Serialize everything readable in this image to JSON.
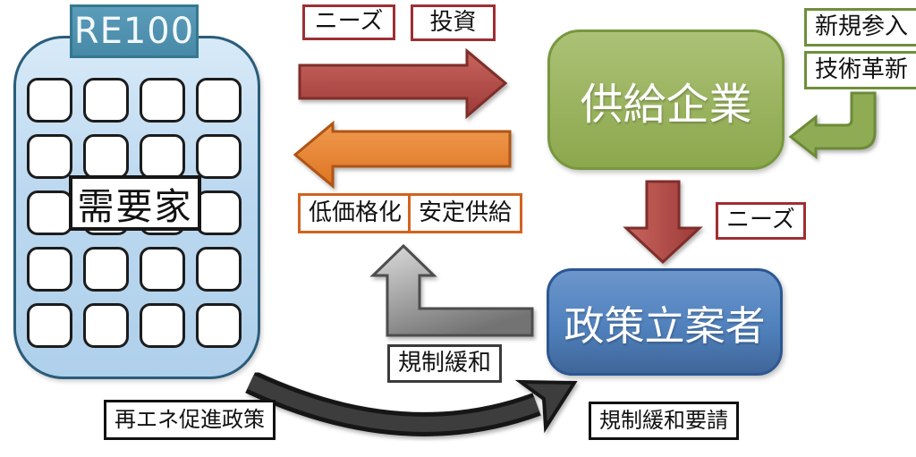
{
  "building": {
    "badge": "RE100",
    "label": "需要家"
  },
  "nodes": {
    "supplier": "供給企業",
    "policy_maker": "政策立案者"
  },
  "flows": {
    "needs_top": "ニーズ",
    "investment": "投資",
    "lower_price": "低価格化",
    "stable_supply": "安定供給",
    "new_entry": "新規参入",
    "tech_innovation": "技術革新",
    "needs_right": "ニーズ",
    "deregulation": "規制緩和",
    "renewable_promotion_policy": "再エネ促進政策",
    "deregulation_request": "規制緩和要請"
  },
  "colors": {
    "red_light": "#C9655F",
    "red_dark": "#9C3A37",
    "red_border": "#7E2D2B",
    "red_tag_border": "#9E2F33",
    "orange_light": "#F09A50",
    "orange_dark": "#DD7420",
    "orange_border": "#AE5512",
    "orange_tag_border": "#D2631F",
    "green_fill": "#8FAC55",
    "green_border": "#6C8A39",
    "green_box_light": "#ABC276",
    "green_box_dark": "#8CA84D",
    "green_tag_border": "#6E8F3C",
    "blue_box_light": "#6C96CC",
    "blue_box_dark": "#3F6699",
    "blue_border": "#2C5792",
    "gray_light": "#DCDCDC",
    "gray_dark": "#737373",
    "gray_border": "#4D4D4D",
    "dark_fill": "#3C3C3C",
    "dark_border": "#151515",
    "building_fill": "#BCD8F0",
    "building_border": "#2B5C7A",
    "badge_fill": "#4F93B3",
    "badge_border": "#35788F"
  }
}
